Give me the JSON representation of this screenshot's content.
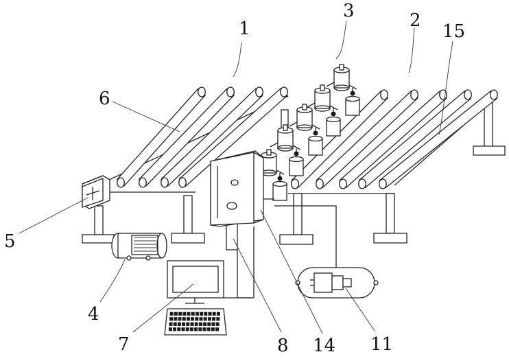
{
  "figure": {
    "labels": {
      "l1": "1",
      "l2": "2",
      "l3": "3",
      "l4": "4",
      "l5": "5",
      "l6": "6",
      "l7": "7",
      "l8": "8",
      "l11": "11",
      "l14": "14",
      "l15": "15"
    }
  }
}
